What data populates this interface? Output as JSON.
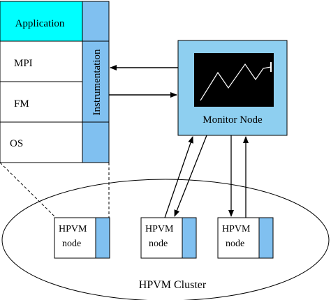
{
  "stack": {
    "layers": [
      {
        "label": "Application"
      },
      {
        "label": "MPI"
      },
      {
        "label": "FM"
      },
      {
        "label": "OS"
      }
    ],
    "instrumentation_label": "Instrumentation"
  },
  "monitor": {
    "label": "Monitor Node"
  },
  "cluster": {
    "label": "HPVM Cluster",
    "nodes": [
      {
        "line1": "HPVM",
        "line2": "node"
      },
      {
        "line1": "HPVM",
        "line2": "node"
      },
      {
        "line1": "HPVM",
        "line2": "node"
      }
    ]
  },
  "colors": {
    "application": "#00ffff",
    "instrumentation": "#80c0f0",
    "monitor_box": "#8ecff0",
    "screen": "#000000",
    "node_bar": "#80c0f0"
  }
}
